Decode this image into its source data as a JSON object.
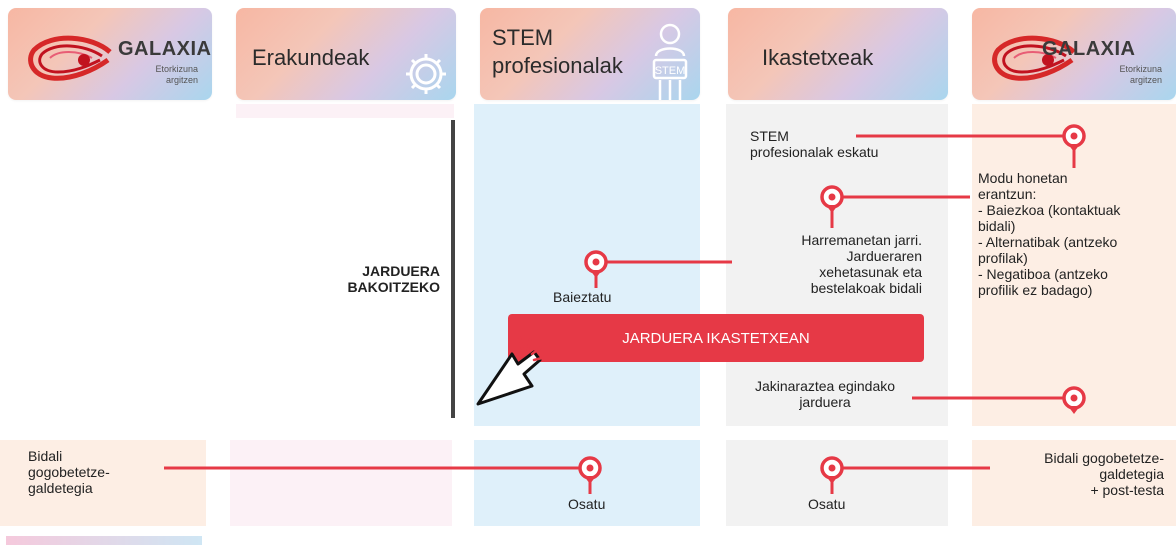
{
  "headers": {
    "galaxia_left": {
      "title": "GALAXIA",
      "subtitle_line1": "Etorkizuna",
      "subtitle_line2": "argitzen"
    },
    "erakundeak": "Erakundeak",
    "stem_line1": "STEM",
    "stem_line2": "profesionalak",
    "stem_badge": "STEM",
    "ikastetxeak": "Ikastetxeak",
    "galaxia_right": {
      "title": "GALAXIA",
      "subtitle_line1": "Etorkizuna",
      "subtitle_line2": "argitzen"
    }
  },
  "labels": {
    "jarduera_line1": "JARDUERA",
    "jarduera_line2": "BAKOITZEKO",
    "stem_request_line1": "STEM",
    "stem_request_line2": "profesionalak eskatu",
    "response_lines": [
      "Modu honetan",
      "erantzun:",
      "- Baiezkoa (kontaktuak",
      "bidali)",
      "- Alternatibak (antzeko",
      "profilak)",
      "- Negatiboa (antzeko",
      "profilik ez badago)"
    ],
    "contact_lines": [
      "Harremanetan jarri.",
      "Jardueraren",
      "xehetasunak eta",
      "bestelakoak bidali"
    ],
    "confirm": "Baieztatu",
    "activity_bar": "JARDUERA IKASTETXEAN",
    "notify_line1": "Jakinaraztea egindako",
    "notify_line2": "jarduera",
    "send_survey_lines": [
      "Bidali",
      "gogobetetze-",
      "galdetegia"
    ],
    "complete_stem": "Osatu",
    "complete_school": "Osatu",
    "send_survey_post_lines": [
      "Bidali gogobetetze-",
      "galdetegia",
      "+ post-testa"
    ]
  },
  "icons": [
    "galaxia-comet-logo",
    "gear-icon",
    "stem-person-icon",
    "location-pin-icon",
    "cursor-click-icon"
  ],
  "colors": {
    "accent_red": "#e63946",
    "stem_column": "#dff0fa",
    "school_column": "#f2f2f2",
    "galaxia_column": "#fdeee4",
    "org_column": "#fcf1f6"
  }
}
